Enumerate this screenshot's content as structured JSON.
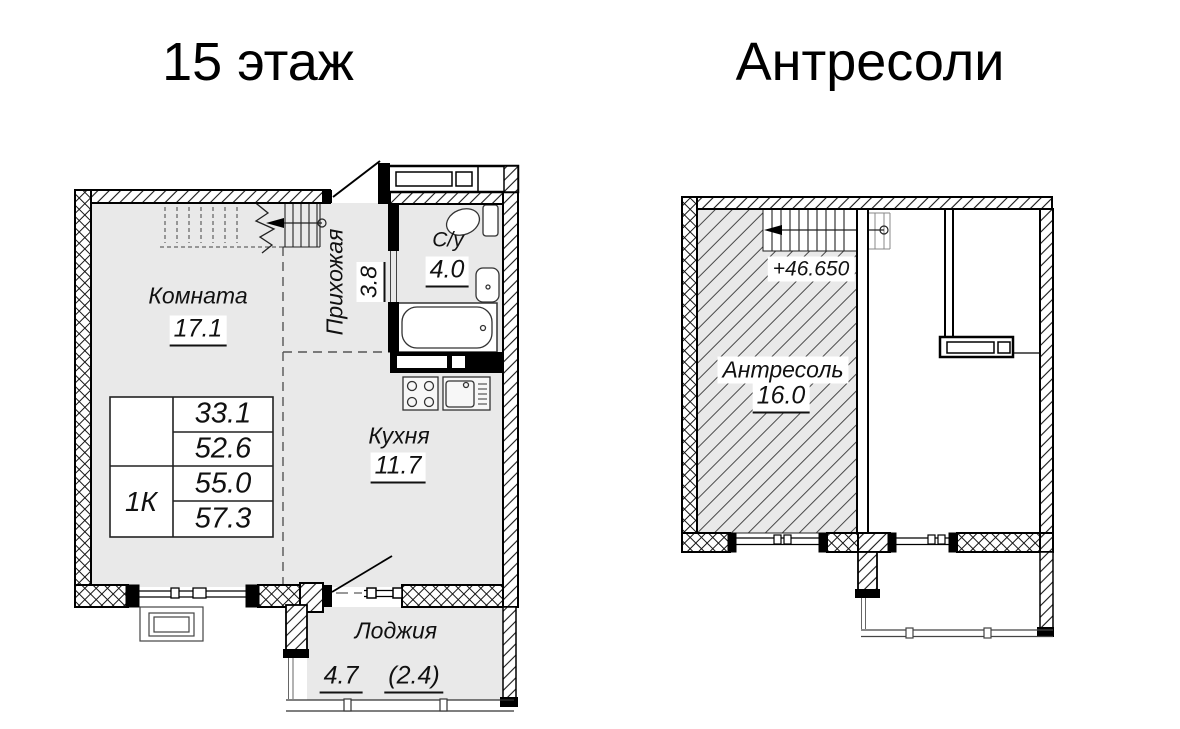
{
  "titles": {
    "left": "15 этаж",
    "right": "Антресоли"
  },
  "left_plan": {
    "rooms": {
      "room": {
        "label": "Комната",
        "area": "17.1"
      },
      "hall": {
        "label": "Прихожая",
        "area": "3.8"
      },
      "bath": {
        "label": "С/у",
        "area": "4.0"
      },
      "kitchen": {
        "label": "Кухня",
        "area": "11.7"
      },
      "loggia": {
        "label": "Лоджия",
        "area": "4.7",
        "area_reduced": "(2.4)"
      }
    },
    "info_table": {
      "apartment_type": "1К",
      "values": [
        "33.1",
        "52.6",
        "55.0",
        "57.3"
      ]
    }
  },
  "right_plan": {
    "rooms": {
      "mezzanine": {
        "label": "Антресоль",
        "area": "16.0"
      }
    },
    "level_mark": "+46.650"
  }
}
